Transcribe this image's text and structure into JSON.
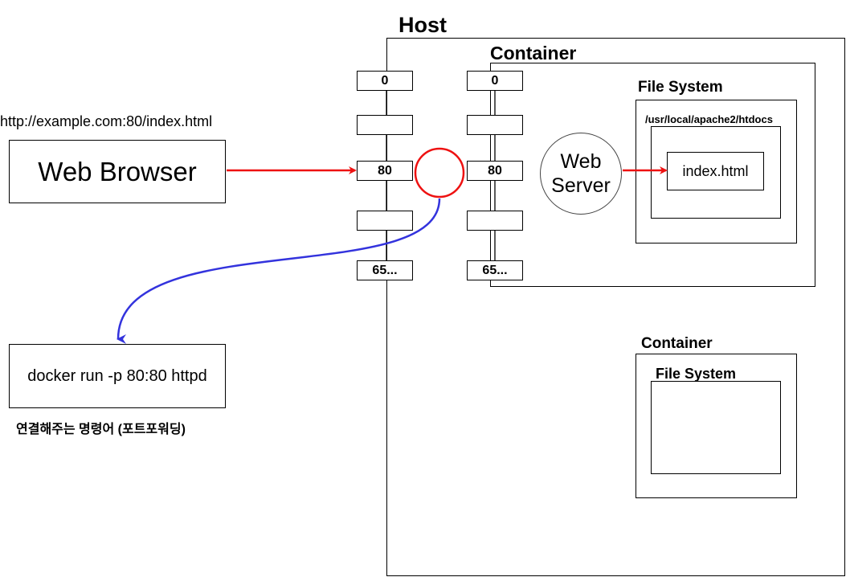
{
  "host": {
    "title": "Host"
  },
  "container_main": {
    "title": "Container"
  },
  "file_system_main": {
    "title": "File System",
    "path": "/usr/local/apache2/htdocs",
    "file": "index.html"
  },
  "web_server": {
    "line1": "Web",
    "line2": "Server"
  },
  "url": {
    "text": "http://example.com:80/index.html"
  },
  "browser": {
    "label": "Web Browser"
  },
  "host_ports": [
    "0",
    "",
    "80",
    "",
    "65..."
  ],
  "container_ports": [
    "0",
    "",
    "80",
    "",
    "65..."
  ],
  "command": {
    "text": "docker run -p 80:80 httpd",
    "caption": "연결해주는 명령어 (포트포워딩)"
  },
  "container_second": {
    "title": "Container",
    "fs_title": "File System"
  },
  "colors": {
    "arrow_red": "#ee1111",
    "arrow_blue": "#3333dd",
    "circle_red": "#ee1111"
  }
}
